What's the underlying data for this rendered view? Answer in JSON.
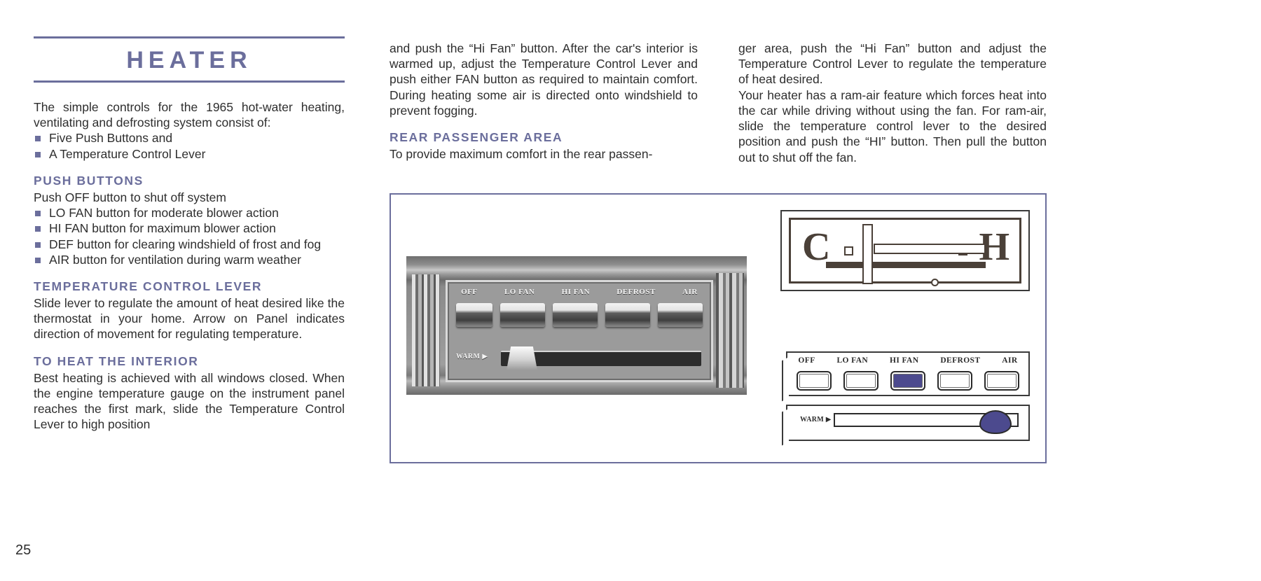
{
  "page": {
    "number": "25",
    "title": "HEATER"
  },
  "left_column": {
    "intro": "The simple controls for the 1965 hot-water heating, ventilating and defrosting system consist of:",
    "intro_bullets": [
      "Five Push Buttons and",
      "A Temperature Control Lever"
    ],
    "push_buttons": {
      "heading": "PUSH BUTTONS",
      "lead": "Push OFF button to shut off system",
      "bullets": [
        "LO FAN button for moderate blower action",
        "HI FAN button for maximum blower action",
        "DEF button for clearing windshield of frost and fog",
        "AIR button for ventilation during warm weather"
      ]
    },
    "temperature_lever": {
      "heading": "TEMPERATURE CONTROL LEVER",
      "body": "Slide lever to regulate the amount of heat desired like the thermostat in your home. Arrow on Panel indicates direction of movement for regulating temperature."
    },
    "to_heat": {
      "heading": "TO HEAT THE INTERIOR",
      "body": "Best heating is achieved with all windows closed. When the engine temperature gauge on the instrument panel reaches the first mark, slide the Temperature Control Lever to high position"
    }
  },
  "middle_column": {
    "continuation": "and push the “Hi Fan” button. After the car's interior is warmed up, adjust the Temperature Control Lever and push either FAN button as required to maintain comfort. During heating some air is directed onto windshield to prevent fogging.",
    "rear_passenger": {
      "heading": "REAR PASSENGER AREA",
      "body": "To provide maximum comfort in the rear passen-"
    }
  },
  "right_column": {
    "rear_passenger_cont": "ger area, push the “Hi Fan” button and adjust the Temperature Control Lever to regulate the temperature of heat desired.",
    "ram_air": "Your heater has a ram-air feature which forces heat into the car while driving without using the fan. For ram-air, slide the temperature control lever to the desired position and push the “HI” button. Then pull the button out to shut off the fan."
  },
  "figure": {
    "photo": {
      "button_labels": [
        "OFF",
        "LO FAN",
        "HI FAN",
        "DEFROST",
        "AIR"
      ],
      "lever_label": "WARM ▶"
    },
    "lever_diagram": {
      "cold_label": "C",
      "hot_label": "H"
    },
    "button_diagram": {
      "button_labels": [
        "OFF",
        "LO FAN",
        "HI FAN",
        "DEFROST",
        "AIR"
      ],
      "active_button": "HI FAN",
      "lever_label": "WARM ▶"
    }
  },
  "colors": {
    "heading_purple": "#6b6e9c",
    "accent_purple": "#4c4a8e",
    "body_text": "#2e2e2e"
  }
}
